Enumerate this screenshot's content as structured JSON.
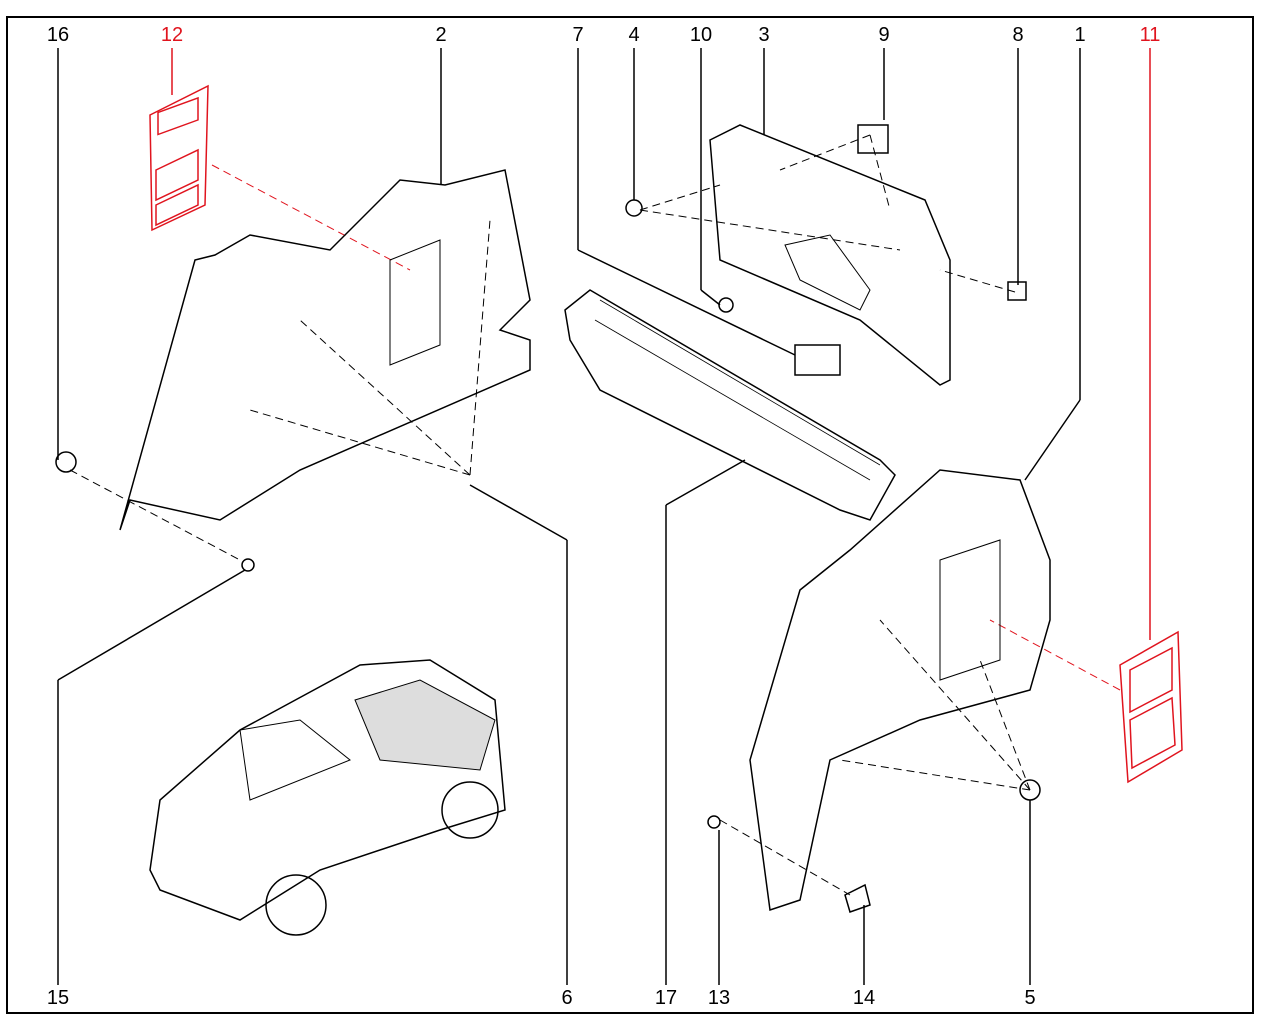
{
  "callouts_top": [
    {
      "id": "16",
      "label": "16",
      "color": "#000000"
    },
    {
      "id": "12",
      "label": "12",
      "color": "#e0141e"
    },
    {
      "id": "2",
      "label": "2",
      "color": "#000000"
    },
    {
      "id": "7",
      "label": "7",
      "color": "#000000"
    },
    {
      "id": "4",
      "label": "4",
      "color": "#000000"
    },
    {
      "id": "10",
      "label": "10",
      "color": "#000000"
    },
    {
      "id": "3",
      "label": "3",
      "color": "#000000"
    },
    {
      "id": "9",
      "label": "9",
      "color": "#000000"
    },
    {
      "id": "8",
      "label": "8",
      "color": "#000000"
    },
    {
      "id": "1",
      "label": "1",
      "color": "#000000"
    },
    {
      "id": "11",
      "label": "11",
      "color": "#e0141e"
    }
  ],
  "callouts_bottom": [
    {
      "id": "15",
      "label": "15"
    },
    {
      "id": "6",
      "label": "6"
    },
    {
      "id": "17",
      "label": "17"
    },
    {
      "id": "13",
      "label": "13"
    },
    {
      "id": "14",
      "label": "14"
    },
    {
      "id": "5",
      "label": "5"
    }
  ],
  "colors": {
    "highlight": "#e0141e",
    "line": "#000000"
  }
}
